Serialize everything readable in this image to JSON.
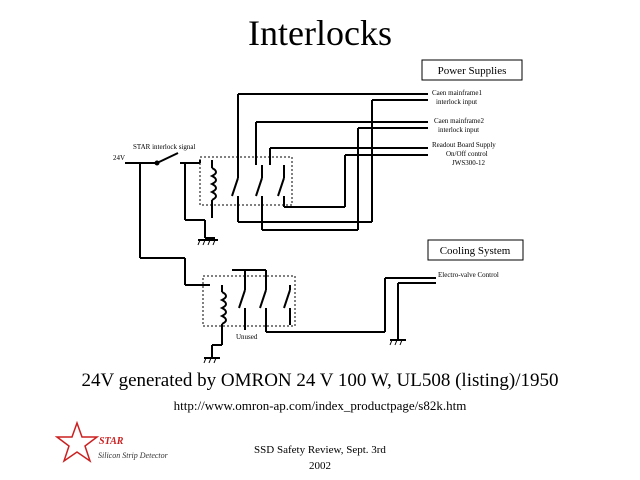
{
  "title": "Interlocks",
  "boxes": {
    "power_supplies": "Power Supplies",
    "cooling_system": "Cooling System"
  },
  "labels": {
    "caen1_line1": "Caen mainframe1",
    "caen1_line2": "interlock input",
    "caen2_line1": "Caen mainframe2",
    "caen2_line2": "interlock input",
    "readout_line1": "Readout Board Supply",
    "readout_line2": "On/Off control",
    "readout_line3": "JWS300-12",
    "star_signal": "STAR interlock signal",
    "v24": "24V",
    "electrovalve": "Electro-valve Control",
    "unused": "Unused"
  },
  "subtitle": "24V generated by OMRON 24 V 100 W, UL508 (listing)/1950",
  "url": "http://www.omron-ap.com/index_productpage/s82k.htm",
  "footer": {
    "line1": "SSD Safety Review, Sept. 3rd",
    "line2": "2002"
  },
  "logo": {
    "name": "STAR",
    "tagline": "Silicon Strip Detector",
    "color": "#cc2020"
  }
}
